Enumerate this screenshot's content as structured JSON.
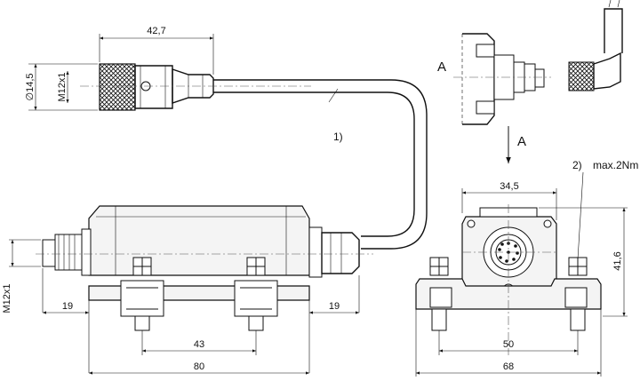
{
  "labels": {
    "dia_14_5": "∅14,5",
    "m12x1_cable": "M12x1",
    "dim_42_7": "42,7",
    "note_1": "1)",
    "view_a_left": "A",
    "view_a_arrow": "A",
    "note_2": "2)",
    "torque": "max.2Nm",
    "dim_34_5": "34,5",
    "dim_41_6": "41,6",
    "m12x1_side": "M12x1",
    "dim_19_left": "19",
    "dim_19_right": "19",
    "dim_43": "43",
    "dim_80": "80",
    "dim_50": "50",
    "dim_68": "68"
  },
  "colors": {
    "line": "#111111",
    "background": "#ffffff"
  }
}
